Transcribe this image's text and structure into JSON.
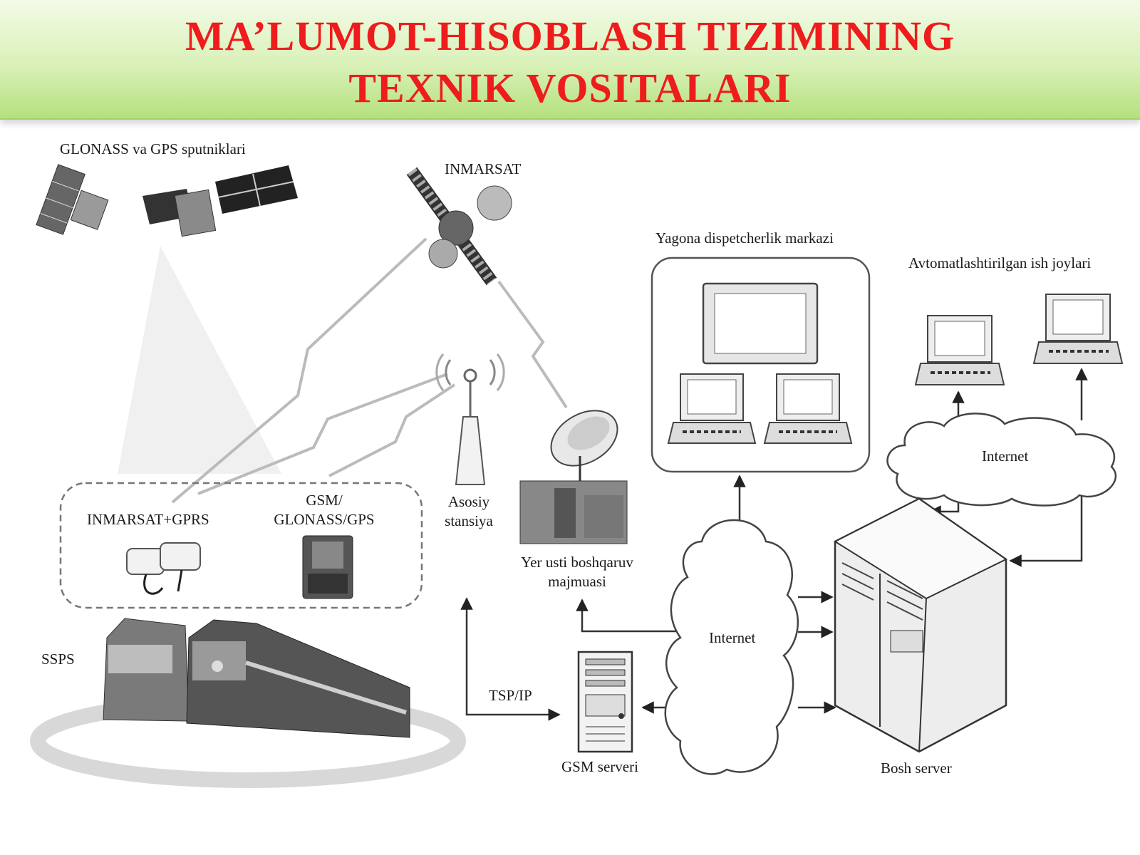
{
  "title": {
    "line1": "MA’LUMOT-HISOBLASH  TIZIMINING",
    "line2": "TEXNIK VOSITALARI"
  },
  "labels": {
    "satellites": "GLONASS va GPS sputniklari",
    "inmarsat": "INMARSAT",
    "dispatch_center": "Yagona dispetcherlik markazi",
    "workstations": "Avtomatlashtirilgan ish joylari",
    "inmarsat_gprs": "INMARSAT+GPRS",
    "gsm_glonass_gps_line1": "GSM/",
    "gsm_glonass_gps_line2": "GLONASS/GPS",
    "base_station_line1": "Asosiy",
    "base_station_line2": "stansiya",
    "ground_control_line1": "Yer usti boshqaruv",
    "ground_control_line2": "majmuasi",
    "internet_top": "Internet",
    "internet_center": "Internet",
    "ssps": "SSPS",
    "tsp_ip": "TSP/IP",
    "gsm_server": "GSM serveri",
    "main_server": "Bosh server"
  },
  "colors": {
    "title": "#ee1c1c",
    "header_top": "#f3fbe7",
    "header_bottom": "#b5e07e"
  }
}
